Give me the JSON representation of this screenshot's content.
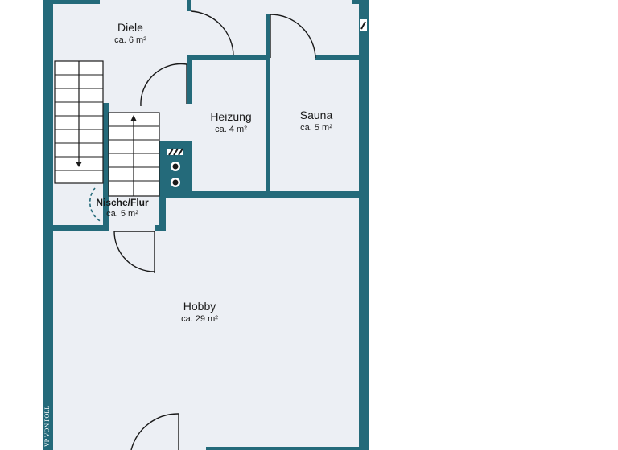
{
  "colors": {
    "wall": "#246a7a",
    "floor": "#eceff4",
    "page": "#ffffff",
    "text": "#1a1a1a"
  },
  "rooms": [
    {
      "name": "Diele",
      "area": "ca. 6 m²"
    },
    {
      "name": "Heizung",
      "area": "ca. 4 m²"
    },
    {
      "name": "Sauna",
      "area": "ca. 5 m²"
    },
    {
      "name": "Nische/Flur",
      "area": "ca. 5 m²"
    },
    {
      "name": "Hobby",
      "area": "ca. 29 m²"
    }
  ],
  "logo": {
    "text": "VP VON POLL"
  }
}
